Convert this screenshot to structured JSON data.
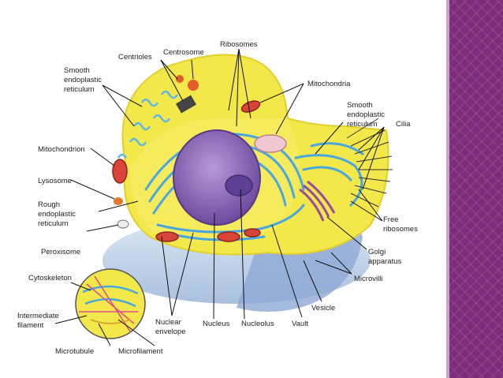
{
  "diagram": {
    "labels": {
      "centrioles": "Centrioles",
      "centrosome": "Centrosome",
      "ribosomes": "Ribosomes",
      "smooth_er_left_1": "Smooth",
      "smooth_er_left_2": "endoplastic",
      "smooth_er_left_3": "reticulum",
      "mitochondria": "Mitochondria",
      "smooth_er_right_1": "Smooth",
      "smooth_er_right_2": "endoplastic",
      "smooth_er_right_3": "reticulum",
      "cilia": "Cilia",
      "mitochondrion": "Mitochondrion",
      "lysosome": "Lysosome",
      "rough_er_1": "Rough",
      "rough_er_2": "endoplastic",
      "rough_er_3": "reticulum",
      "free_ribosomes_1": "Free",
      "free_ribosomes_2": "ribosomes",
      "peroxisome": "Peroxisome",
      "golgi_1": "Golgi",
      "golgi_2": "apparatus",
      "cytoskeleton": "Cytoskeleton",
      "microvilli": "Microvilli",
      "vesicle": "Vesicle",
      "intermediate_filament_1": "Intermediate",
      "intermediate_filament_2": "filament",
      "nuclear_envelope_1": "Nuclear",
      "nuclear_envelope_2": "envelope",
      "nucleus": "Nucleus",
      "nucleolus": "Nucleolus",
      "vault": "Vault",
      "microtubule": "Microtubule",
      "microfilament": "Microfilament"
    },
    "colors": {
      "cytoplasm": "#f3e84a",
      "membrane_edge": "#e3cf2a",
      "base_shadow": "#b9cde6",
      "nucleus": "#8f62b8",
      "nucleolus": "#5d3f96",
      "er": "#49a6df",
      "mitochondria": "#d94438",
      "panel": "#7d2c7a"
    }
  }
}
